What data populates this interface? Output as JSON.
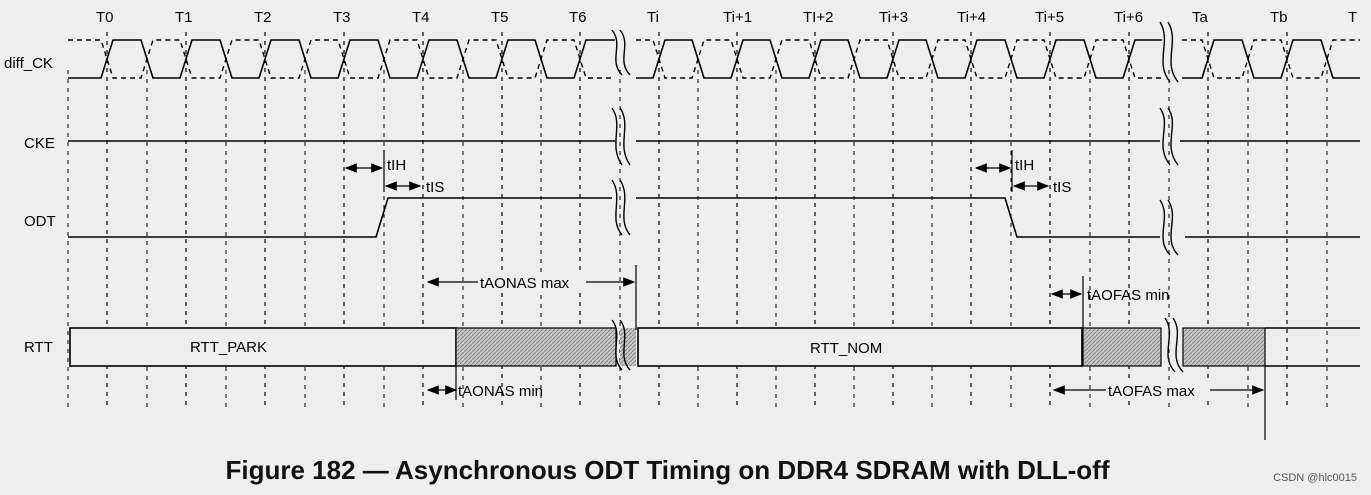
{
  "signals": {
    "clock": "diff_CK",
    "cke": "CKE",
    "odt": "ODT",
    "rtt": "RTT"
  },
  "clock_labels": [
    "T0",
    "T1",
    "T2",
    "T3",
    "T4",
    "T5",
    "T6",
    "Ti",
    "Ti+1",
    "TI+2",
    "Ti+3",
    "Ti+4",
    "Ti+5",
    "Ti+6",
    "Ta",
    "Tb",
    "T"
  ],
  "rtt_states": {
    "park": "RTT_PARK",
    "nom": "RTT_NOM"
  },
  "timing_params": {
    "tih": "tIH",
    "tis": "tIS",
    "taonas_max": "tAONAS max",
    "taonas_min": "tAONAS min",
    "taofas_min": "tAOFAS min",
    "taofas_max": "tAOFAS max"
  },
  "caption": "Figure 182 — Asynchronous ODT Timing on DDR4 SDRAM with DLL-off",
  "watermark": "CSDN @hlc0015"
}
